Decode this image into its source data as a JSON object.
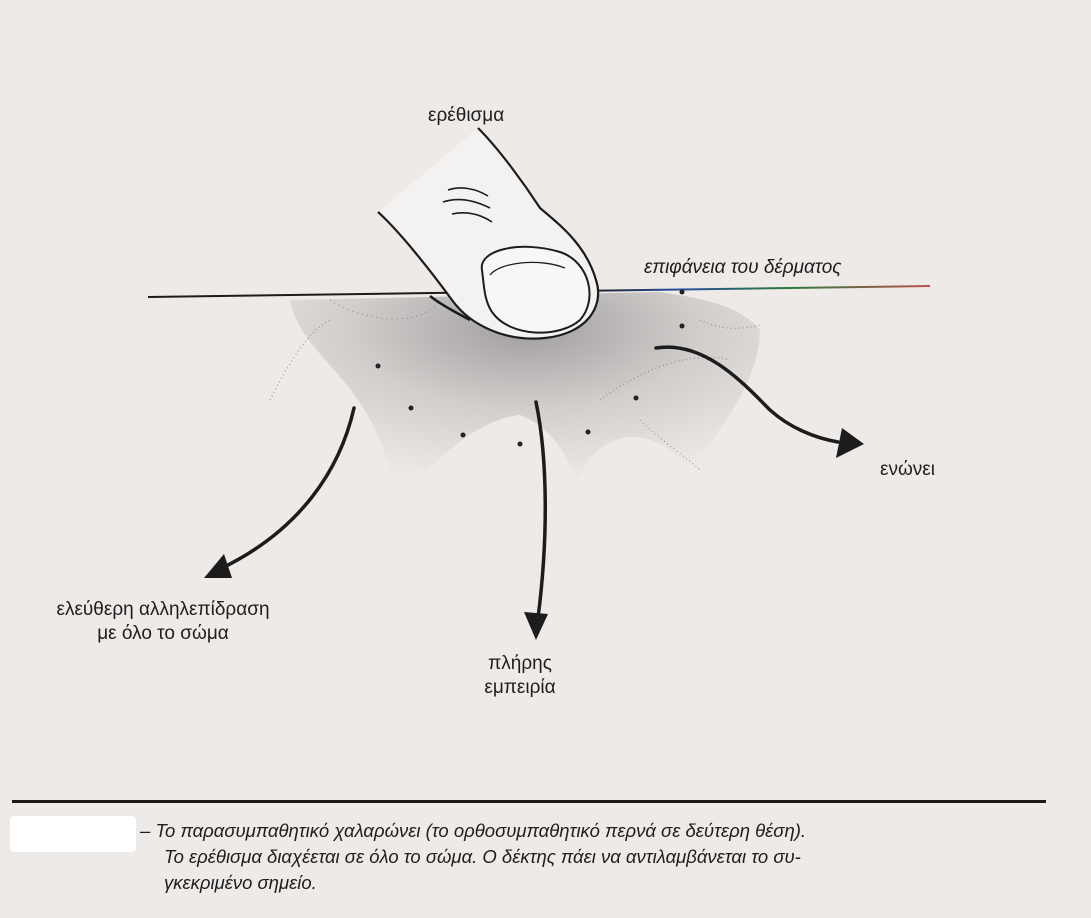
{
  "diagram": {
    "labels": {
      "stimulus": "ερέθισμα",
      "skin_surface": "επιφάνεια του δέρματος",
      "unites": "ενώνει",
      "free_interaction_line1": "ελεύθερη αλληλεπίδραση",
      "free_interaction_line2": "με όλο το σώμα",
      "full_experience_line1": "πλήρης",
      "full_experience_line2": "εμπειρία"
    },
    "icons": [
      "finger-icon",
      "arrow-left-icon",
      "arrow-down-icon",
      "arrow-right-icon"
    ]
  },
  "caption": {
    "dash": "–",
    "line1": "Το παρασυμπαθητικό χαλαρώνει (το ορθοσυμπαθητικό περνά σε δεύτερη θέση).",
    "line2": "Το ερέθισμα διαχέεται σε όλο το σώμα. Ο δέκτης πάει να αντιλαμβάνεται το συ-",
    "line3": "γκεκριμένο σημείο."
  },
  "colors": {
    "background": "#edeae8",
    "ink": "#1c1c1c",
    "skin_line_accent": "#c0504d",
    "mask": "#ffffff"
  }
}
